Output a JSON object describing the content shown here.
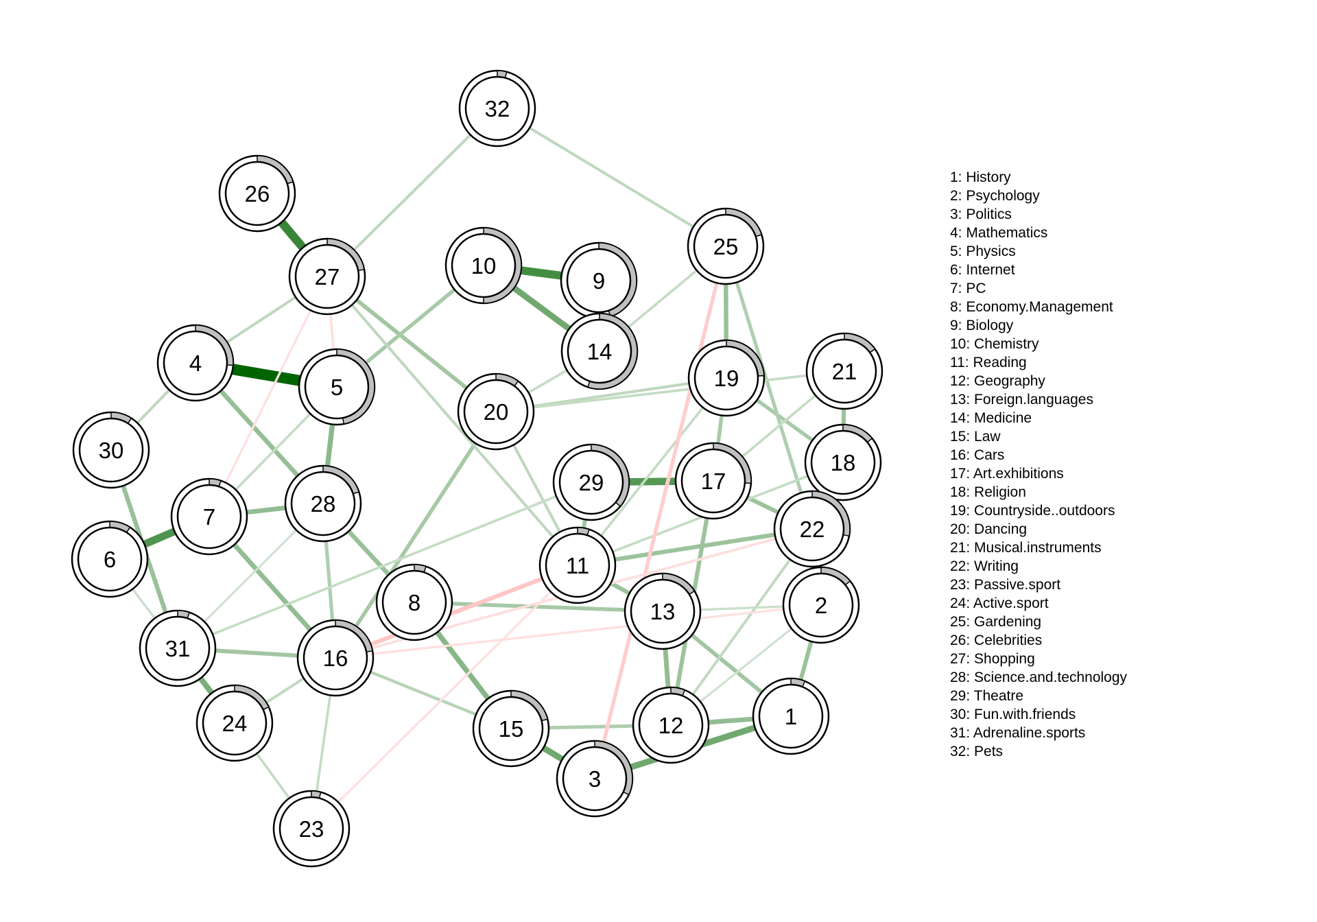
{
  "graph": {
    "type": "network",
    "nodes": [
      {
        "id": 1,
        "label": "1",
        "name": "History",
        "pie": 0.06
      },
      {
        "id": 2,
        "label": "2",
        "name": "Psychology",
        "pie": 0.14
      },
      {
        "id": 3,
        "label": "3",
        "name": "Politics",
        "pie": 0.32
      },
      {
        "id": 4,
        "label": "4",
        "name": "Mathematics",
        "pie": 0.26
      },
      {
        "id": 5,
        "label": "5",
        "name": "Physics",
        "pie": 0.47
      },
      {
        "id": 6,
        "label": "6",
        "name": "Internet",
        "pie": 0.09
      },
      {
        "id": 7,
        "label": "7",
        "name": "PC",
        "pie": 0.05
      },
      {
        "id": 8,
        "label": "8",
        "name": "Economy.Management",
        "pie": 0.05
      },
      {
        "id": 9,
        "label": "9",
        "name": "Biology",
        "pie": 0.45
      },
      {
        "id": 10,
        "label": "10",
        "name": "Chemistry",
        "pie": 0.5
      },
      {
        "id": 11,
        "label": "11",
        "name": "Reading",
        "pie": 0.05
      },
      {
        "id": 12,
        "label": "12",
        "name": "Geography",
        "pie": 0.06
      },
      {
        "id": 13,
        "label": "13",
        "name": "Foreign.languages",
        "pie": 0.16
      },
      {
        "id": 14,
        "label": "14",
        "name": "Medicine",
        "pie": 0.55
      },
      {
        "id": 15,
        "label": "15",
        "name": "Law",
        "pie": 0.21
      },
      {
        "id": 16,
        "label": "16",
        "name": "Cars",
        "pie": 0.22
      },
      {
        "id": 17,
        "label": "17",
        "name": "Art.exhibitions",
        "pie": 0.26
      },
      {
        "id": 18,
        "label": "18",
        "name": "Religion",
        "pie": 0.14
      },
      {
        "id": 19,
        "label": "19",
        "name": "Countryside..outdoors",
        "pie": 0.24
      },
      {
        "id": 20,
        "label": "20",
        "name": "Dancing",
        "pie": 0.1
      },
      {
        "id": 21,
        "label": "21",
        "name": "Musical.instruments",
        "pie": 0.15
      },
      {
        "id": 22,
        "label": "22",
        "name": "Writing",
        "pie": 0.28
      },
      {
        "id": 23,
        "label": "23",
        "name": "Passive.sport",
        "pie": 0.04
      },
      {
        "id": 24,
        "label": "24",
        "name": "Active.sport",
        "pie": 0.18
      },
      {
        "id": 25,
        "label": "25",
        "name": "Gardening",
        "pie": 0.2
      },
      {
        "id": 26,
        "label": "26",
        "name": "Celebrities",
        "pie": 0.2
      },
      {
        "id": 27,
        "label": "27",
        "name": "Shopping",
        "pie": 0.22
      },
      {
        "id": 28,
        "label": "28",
        "name": "Science.and.technology",
        "pie": 0.2
      },
      {
        "id": 29,
        "label": "29",
        "name": "Theatre",
        "pie": 0.36
      },
      {
        "id": 30,
        "label": "30",
        "name": "Fun.with.friends",
        "pie": 0.09
      },
      {
        "id": 31,
        "label": "31",
        "name": "Adrenaline.sports",
        "pie": 0.05
      },
      {
        "id": 32,
        "label": "32",
        "name": "Pets",
        "pie": 0.04
      }
    ],
    "edges": [
      {
        "from": 4,
        "to": 5,
        "weight": 1.0,
        "sign": "positive"
      },
      {
        "from": 26,
        "to": 27,
        "weight": 0.75,
        "sign": "positive"
      },
      {
        "from": 10,
        "to": 9,
        "weight": 0.7,
        "sign": "positive"
      },
      {
        "from": 10,
        "to": 14,
        "weight": 0.5,
        "sign": "positive"
      },
      {
        "from": 6,
        "to": 7,
        "weight": 0.65,
        "sign": "positive"
      },
      {
        "from": 29,
        "to": 17,
        "weight": 0.62,
        "sign": "positive"
      },
      {
        "from": 3,
        "to": 1,
        "weight": 0.5,
        "sign": "positive"
      },
      {
        "from": 3,
        "to": 15,
        "weight": 0.5,
        "sign": "positive"
      },
      {
        "from": 31,
        "to": 24,
        "weight": 0.45,
        "sign": "positive"
      },
      {
        "from": 8,
        "to": 15,
        "weight": 0.4,
        "sign": "positive"
      },
      {
        "from": 5,
        "to": 28,
        "weight": 0.38,
        "sign": "positive"
      },
      {
        "from": 7,
        "to": 28,
        "weight": 0.35,
        "sign": "positive"
      },
      {
        "from": 7,
        "to": 16,
        "weight": 0.35,
        "sign": "positive"
      },
      {
        "from": 4,
        "to": 28,
        "weight": 0.33,
        "sign": "positive"
      },
      {
        "from": 28,
        "to": 8,
        "weight": 0.32,
        "sign": "positive"
      },
      {
        "from": 30,
        "to": 31,
        "weight": 0.32,
        "sign": "positive"
      },
      {
        "from": 25,
        "to": 19,
        "weight": 0.32,
        "sign": "positive"
      },
      {
        "from": 12,
        "to": 1,
        "weight": 0.35,
        "sign": "positive"
      },
      {
        "from": 12,
        "to": 13,
        "weight": 0.35,
        "sign": "positive"
      },
      {
        "from": 12,
        "to": 17,
        "weight": 0.3,
        "sign": "positive"
      },
      {
        "from": 2,
        "to": 1,
        "weight": 0.3,
        "sign": "positive"
      },
      {
        "from": 21,
        "to": 18,
        "weight": 0.3,
        "sign": "positive"
      },
      {
        "from": 17,
        "to": 22,
        "weight": 0.3,
        "sign": "positive"
      },
      {
        "from": 11,
        "to": 22,
        "weight": 0.3,
        "sign": "positive"
      },
      {
        "from": 11,
        "to": 13,
        "weight": 0.3,
        "sign": "positive"
      },
      {
        "from": 11,
        "to": 29,
        "weight": 0.28,
        "sign": "positive"
      },
      {
        "from": 13,
        "to": 1,
        "weight": 0.28,
        "sign": "positive"
      },
      {
        "from": 27,
        "to": 20,
        "weight": 0.28,
        "sign": "positive"
      },
      {
        "from": 31,
        "to": 16,
        "weight": 0.28,
        "sign": "positive"
      },
      {
        "from": 8,
        "to": 13,
        "weight": 0.26,
        "sign": "positive"
      },
      {
        "from": 16,
        "to": 20,
        "weight": 0.26,
        "sign": "positive"
      },
      {
        "from": 19,
        "to": 17,
        "weight": 0.25,
        "sign": "positive"
      },
      {
        "from": 19,
        "to": 18,
        "weight": 0.25,
        "sign": "positive"
      },
      {
        "from": 25,
        "to": 22,
        "weight": 0.22,
        "sign": "positive"
      },
      {
        "from": 5,
        "to": 10,
        "weight": 0.25,
        "sign": "positive"
      },
      {
        "from": 28,
        "to": 16,
        "weight": 0.22,
        "sign": "positive"
      },
      {
        "from": 15,
        "to": 12,
        "weight": 0.22,
        "sign": "positive"
      },
      {
        "from": 16,
        "to": 15,
        "weight": 0.18,
        "sign": "positive"
      },
      {
        "from": 19,
        "to": 20,
        "weight": 0.15,
        "sign": "positive"
      },
      {
        "from": 21,
        "to": 20,
        "weight": 0.12,
        "sign": "positive"
      },
      {
        "from": 32,
        "to": 27,
        "weight": 0.15,
        "sign": "positive"
      },
      {
        "from": 32,
        "to": 25,
        "weight": 0.15,
        "sign": "positive"
      },
      {
        "from": 27,
        "to": 4,
        "weight": 0.15,
        "sign": "positive"
      },
      {
        "from": 27,
        "to": 11,
        "weight": 0.15,
        "sign": "positive"
      },
      {
        "from": 4,
        "to": 30,
        "weight": 0.15,
        "sign": "positive"
      },
      {
        "from": 20,
        "to": 11,
        "weight": 0.15,
        "sign": "positive"
      },
      {
        "from": 14,
        "to": 20,
        "weight": 0.12,
        "sign": "positive"
      },
      {
        "from": 25,
        "to": 14,
        "weight": 0.12,
        "sign": "positive"
      },
      {
        "from": 19,
        "to": 11,
        "weight": 0.12,
        "sign": "positive"
      },
      {
        "from": 21,
        "to": 17,
        "weight": 0.12,
        "sign": "positive"
      },
      {
        "from": 22,
        "to": 12,
        "weight": 0.14,
        "sign": "positive"
      },
      {
        "from": 18,
        "to": 11,
        "weight": 0.12,
        "sign": "positive"
      },
      {
        "from": 31,
        "to": 29,
        "weight": 0.12,
        "sign": "positive"
      },
      {
        "from": 24,
        "to": 16,
        "weight": 0.14,
        "sign": "positive"
      },
      {
        "from": 24,
        "to": 23,
        "weight": 0.12,
        "sign": "positive"
      },
      {
        "from": 16,
        "to": 23,
        "weight": 0.12,
        "sign": "positive"
      },
      {
        "from": 5,
        "to": 7,
        "weight": 0.12,
        "sign": "positive"
      },
      {
        "from": 6,
        "to": 31,
        "weight": 0.1,
        "sign": "positive"
      },
      {
        "from": 2,
        "to": 13,
        "weight": 0.1,
        "sign": "positive"
      },
      {
        "from": 2,
        "to": 12,
        "weight": 0.08,
        "sign": "positive"
      },
      {
        "from": 31,
        "to": 28,
        "weight": 0.08,
        "sign": "positive"
      },
      {
        "from": 16,
        "to": 11,
        "weight": 0.3,
        "sign": "negative"
      },
      {
        "from": 3,
        "to": 25,
        "weight": 0.25,
        "sign": "negative"
      },
      {
        "from": 27,
        "to": 5,
        "weight": 0.12,
        "sign": "negative"
      },
      {
        "from": 27,
        "to": 7,
        "weight": 0.1,
        "sign": "negative"
      },
      {
        "from": 16,
        "to": 22,
        "weight": 0.12,
        "sign": "negative"
      },
      {
        "from": 16,
        "to": 2,
        "weight": 0.1,
        "sign": "negative"
      },
      {
        "from": 23,
        "to": 11,
        "weight": 0.1,
        "sign": "negative"
      }
    ]
  },
  "legend": {
    "entries": [
      "1: History",
      "2: Psychology",
      "3: Politics",
      "4: Mathematics",
      "5: Physics",
      "6: Internet",
      "7: PC",
      "8: Economy.Management",
      "9: Biology",
      "10: Chemistry",
      "11: Reading",
      "12: Geography",
      "13: Foreign.languages",
      "14: Medicine",
      "15: Law",
      "16: Cars",
      "17: Art.exhibitions",
      "18: Religion",
      "19: Countryside..outdoors",
      "20: Dancing",
      "21: Musical.instruments",
      "22: Writing",
      "23: Passive.sport",
      "24: Active.sport",
      "25: Gardening",
      "26: Celebrities",
      "27: Shopping",
      "28: Science.and.technology",
      "29: Theatre",
      "30: Fun.with.friends",
      "31: Adrenaline.sports",
      "32: Pets"
    ]
  },
  "colors": {
    "positive_edge": "#006400",
    "negative_edge": "#ff6b6b",
    "pie_fill": "#c0c0c0",
    "node_fill": "#ffffff",
    "node_stroke": "#000000"
  }
}
